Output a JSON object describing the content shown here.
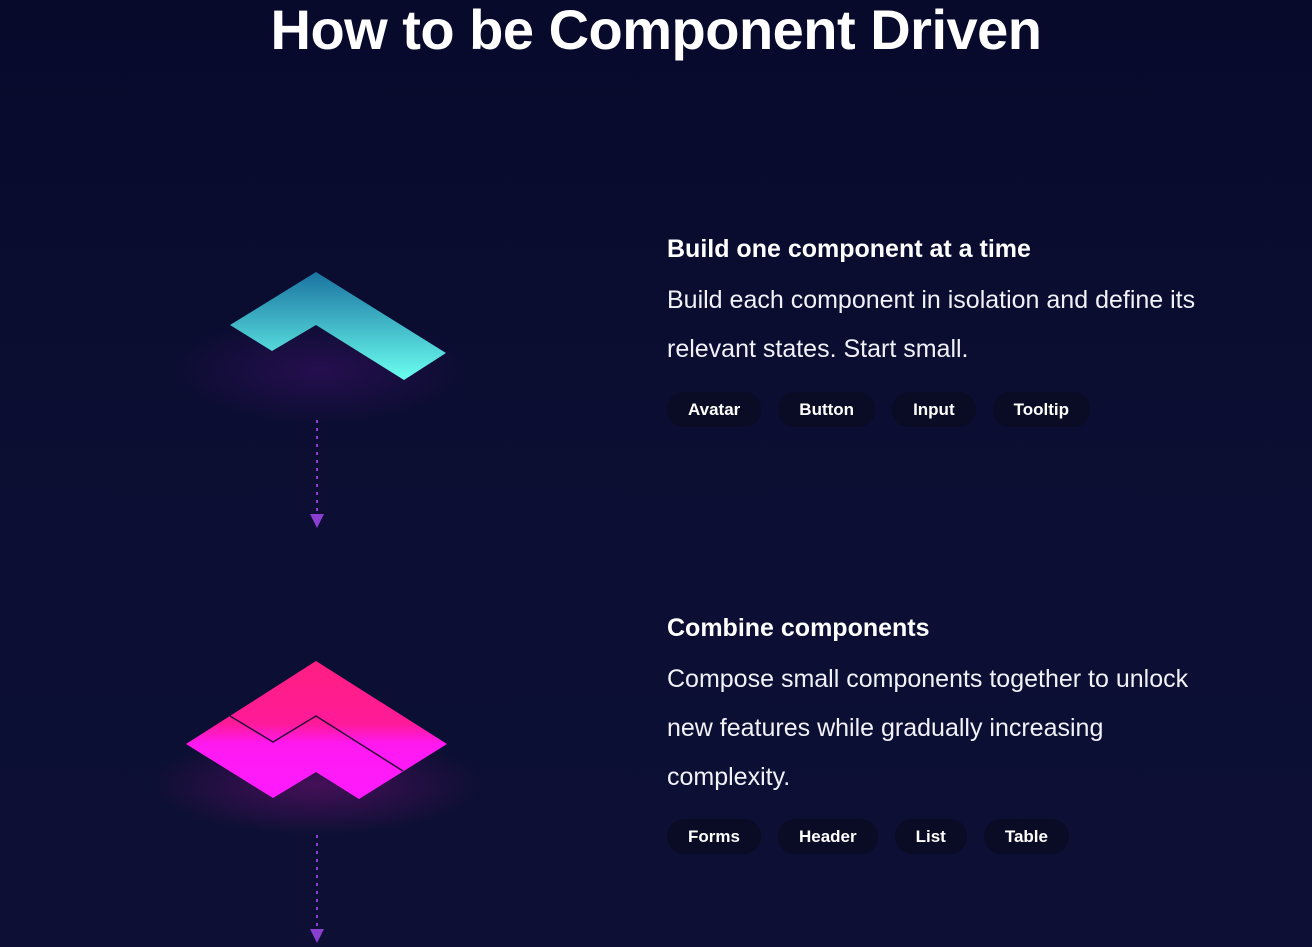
{
  "header": {
    "title": "How to be Component Driven"
  },
  "steps": [
    {
      "title": "Build one component at a time",
      "description": "Build each component in isolation and define its relevant states. Start small.",
      "tags": [
        "Avatar",
        "Button",
        "Input",
        "Tooltip"
      ]
    },
    {
      "title": "Combine components",
      "description": "Compose small components together to unlock new features while gradually increasing complexity.",
      "tags": [
        "Forms",
        "Header",
        "List",
        "Table"
      ]
    }
  ],
  "colors": {
    "background": "#0b0d2e",
    "cyan_top": "#1a7aa0",
    "cyan_bottom": "#66fff0",
    "pink_top": "#ff1a86",
    "magenta_bottom": "#ff19ff",
    "arrow": "#8a3fd1",
    "tag_background": "#0a0b24"
  },
  "icons": {
    "step_1_shape": "chevron-block-icon",
    "step_2_shape": "combined-blocks-icon",
    "connector": "dashed-arrow-down-icon"
  }
}
